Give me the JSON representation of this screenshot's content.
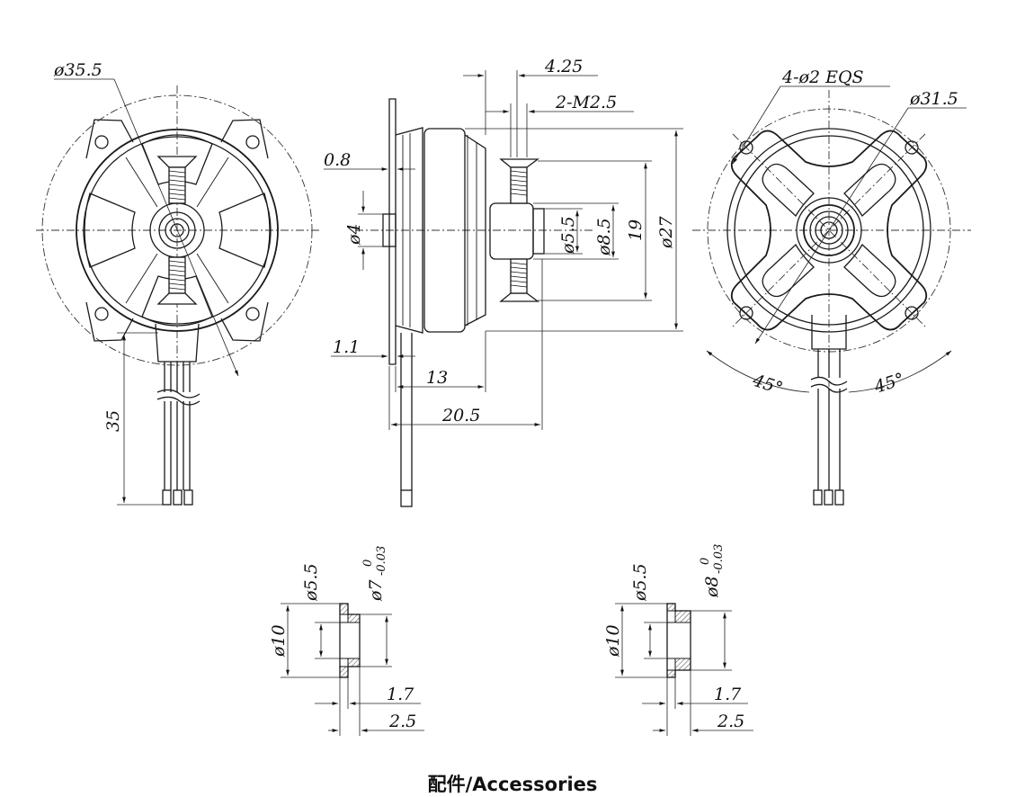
{
  "dimensions": {
    "front": {
      "outer_dia": "ø35.5",
      "cable_length": "35"
    },
    "side": {
      "shaft_gap": "4.25",
      "screw": "2-M2.5",
      "flange_thickness": "0.8",
      "shaft_dia": "ø4",
      "mount_thickness": "1.1",
      "body_length": "13",
      "total_length": "20.5",
      "hub_dia": "ø5.5",
      "boss_dia": "ø8.5",
      "screw_pitch": "19",
      "stator_dia": "ø27"
    },
    "rear": {
      "holes": "4-ø2 EQS",
      "hole_pcd": "ø31.5",
      "angle_left": "45°",
      "angle_right": "45°"
    },
    "accessory_a": {
      "inner_dia": "ø5.5",
      "outer_dia": "ø7",
      "tol_upper": "0",
      "tol_lower": "-0.03",
      "flange_dia": "ø10",
      "step": "1.7",
      "length": "2.5"
    },
    "accessory_b": {
      "inner_dia": "ø5.5",
      "outer_dia": "ø8",
      "tol_upper": "0",
      "tol_lower": "-0.03",
      "flange_dia": "ø10",
      "step": "1.7",
      "length": "2.5"
    }
  },
  "caption": "配件/Accessories"
}
